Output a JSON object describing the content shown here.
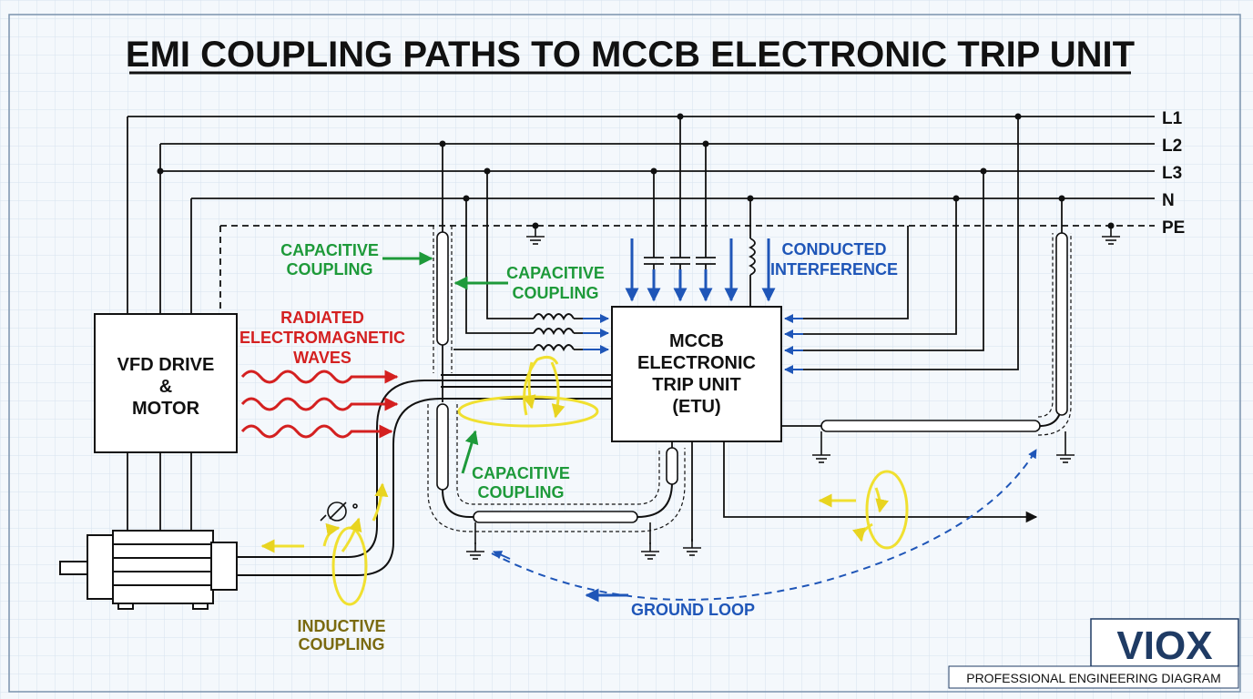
{
  "title": "EMI COUPLING PATHS TO MCCB ELECTRONIC TRIP UNIT",
  "bus_labels": [
    "L1",
    "L2",
    "L3",
    "N",
    "PE"
  ],
  "vfd_block": {
    "lines": [
      "VFD DRIVE",
      "&",
      "MOTOR"
    ]
  },
  "etu_block": {
    "lines": [
      "MCCB",
      "ELECTRONIC",
      "TRIP UNIT",
      "(ETU)"
    ]
  },
  "annotations": {
    "capacitive_left": [
      "CAPACITIVE",
      "COUPLING"
    ],
    "capacitive_right": [
      "CAPACITIVE",
      "COUPLING"
    ],
    "capacitive_bottom": [
      "CAPACITIVE",
      "COUPLING"
    ],
    "radiated": [
      "RADIATED",
      "ELECTROMAGNETIC",
      "WAVES"
    ],
    "conducted": [
      "CONDUCTED",
      "INTERFERENCE"
    ],
    "inductive": [
      "INDUCTIVE",
      "COUPLING"
    ],
    "ground_loop": "GROUND LOOP"
  },
  "logo": {
    "brand": "VIOX",
    "tagline": "PROFESSIONAL ENGINEERING DIAGRAM"
  },
  "colors": {
    "capacitive": "#1e9a3a",
    "radiated": "#d42020",
    "conducted": "#1f56b8",
    "inductive": "#f0e030",
    "inductive_text": "#7a6a10",
    "line": "#111111",
    "grid": "#d6e2ee",
    "logo": "#1f3b64"
  }
}
